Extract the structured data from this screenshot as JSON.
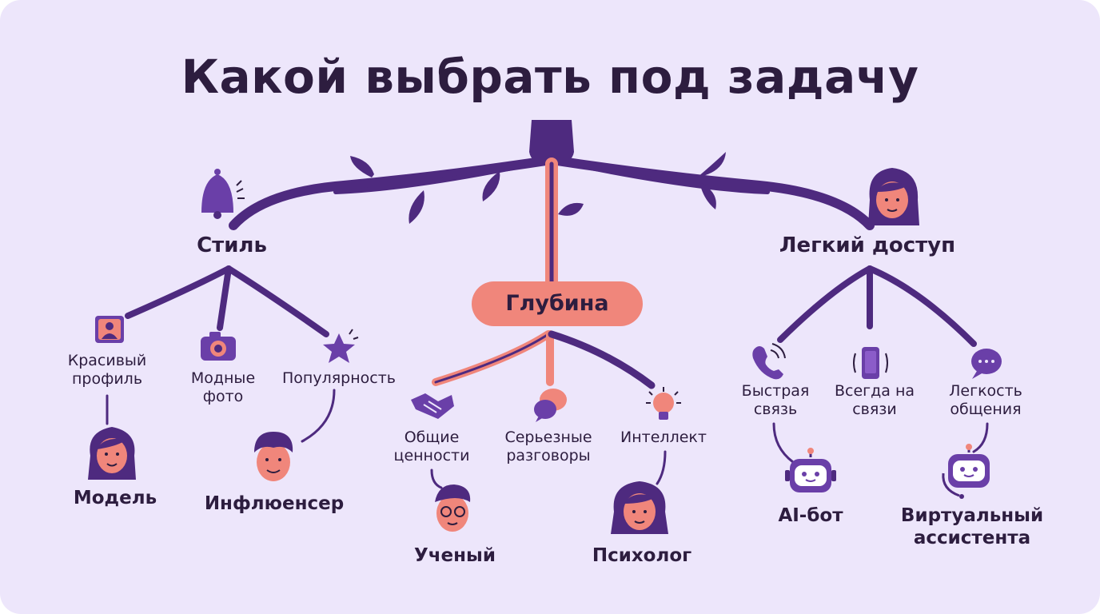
{
  "title": "Какой выбрать под задачу",
  "colors": {
    "background": "#ede6fb",
    "branch": "#4e2a7f",
    "accent": "#f0867b",
    "text": "#2d1d3f",
    "icon": "#6a3fa8"
  },
  "branches": {
    "style": {
      "label": "Стиль",
      "icon": "bell-icon",
      "items": [
        {
          "label": "Красивый профиль",
          "icon": "profile-icon"
        },
        {
          "label": "Модные фото",
          "icon": "camera-icon"
        },
        {
          "label": "Популярность",
          "icon": "star-icon"
        }
      ],
      "personas": [
        {
          "label": "Модель",
          "icon": "woman-avatar-icon"
        },
        {
          "label": "Инфлюенсер",
          "icon": "man-avatar-icon"
        }
      ]
    },
    "depth": {
      "label": "Глубина",
      "items": [
        {
          "label": "Общие ценности",
          "icon": "handshake-icon"
        },
        {
          "label": "Серьезные разговоры",
          "icon": "chat-bubbles-icon"
        },
        {
          "label": "Интеллект",
          "icon": "lightbulb-icon"
        }
      ],
      "personas": [
        {
          "label": "Ученый",
          "icon": "scientist-avatar-icon"
        },
        {
          "label": "Психолог",
          "icon": "psychologist-avatar-icon"
        }
      ]
    },
    "access": {
      "label": "Легкий доступ",
      "icon": "woman-avatar-icon",
      "items": [
        {
          "label": "Быстрая связь",
          "icon": "phone-icon"
        },
        {
          "label": "Всегда на связи",
          "icon": "smartphone-vibrate-icon"
        },
        {
          "label": "Легкость общения",
          "icon": "speech-bubble-icon"
        }
      ],
      "personas": [
        {
          "label": "AI-бот",
          "icon": "robot-icon"
        },
        {
          "label": "Виртуальный ассистента",
          "icon": "robot-headset-icon"
        }
      ]
    }
  }
}
